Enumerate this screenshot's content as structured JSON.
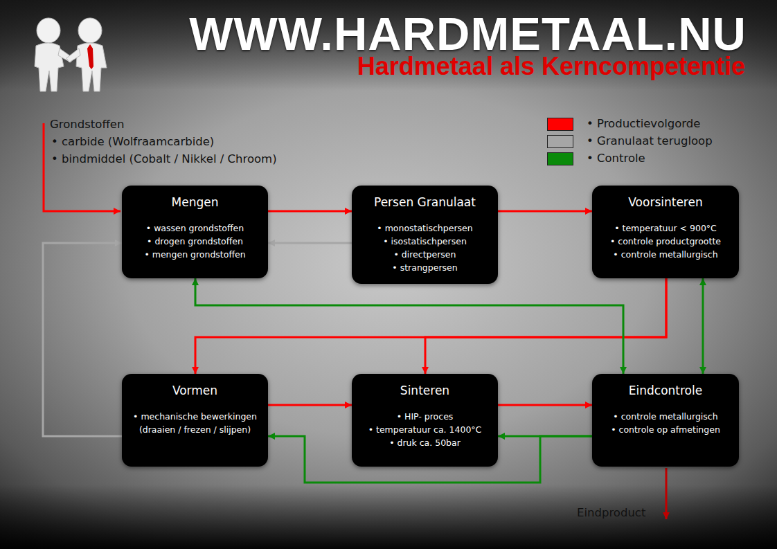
{
  "diagram": {
    "title": "WWW.HARDMETAAL.NU",
    "nodes": [
      {
        "text": [
          "Mengen",
          "• wassen grondstoffen",
          "• drogen grondstoffen",
          "• mengen grondstoffen"
        ]
      },
      {
        "text": [
          "Persen Granulaat",
          "• monostatischpersen",
          "• isostatischpersen",
          "• directpersen",
          "• strangpersen"
        ]
      },
      {
        "text": [
          "Voorsinteren",
          "• temperatuur < 900°C",
          "• controle productgrootte",
          "• controle metallurgisch"
        ]
      },
      {
        "text": [
          "Vormen",
          "• mechanische bewerkingen (draaien / frezen / slijpen)"
        ]
      },
      {
        "text": [
          "Sinteren",
          "• HIP- proces",
          "• temperatuur ca. 1400°C",
          "• druk ca. 50bar"
        ]
      },
      {
        "text": [
          "Eindcontrole",
          "• controle metallurgisch",
          "• controle op afmetingen"
        ]
      }
    ],
    "edges": [
      {
        "from": 0,
        "to": 1,
        "arrow": "to"
      },
      {
        "from": 1,
        "to": 0,
        "arrow": "to"
      },
      {
        "from": 1,
        "to": 2,
        "arrow": "to"
      },
      {
        "from": 2,
        "to": 3,
        "arrow": "to"
      },
      {
        "from": 2,
        "to": 4,
        "arrow": "to"
      },
      {
        "from": 3,
        "to": 4,
        "arrow": "to"
      },
      {
        "from": 4,
        "to": 5,
        "arrow": "to"
      },
      {
        "from": 3,
        "to": 0,
        "arrow": "to"
      },
      {
        "from": 5,
        "to": 0,
        "arrow": "both"
      },
      {
        "from": 2,
        "to": 5,
        "arrow": "both"
      },
      {
        "from": 5,
        "to": 4,
        "arrow": "to"
      },
      {
        "from": 5,
        "to": 3,
        "arrow": "to"
      }
    ],
    "labels": [
      "Hardmetaal als Kerncompetentie",
      "Grondstoffen",
      "• carbide (Wolfraamcarbide)",
      "• bindmiddel (Cobalt / Nikkel / Chroom)",
      "Eindproduct"
    ],
    "legend": [
      {
        "text": "• Productievolgorde",
        "color": "#ff0000"
      },
      {
        "text": "• Granulaat terugloop",
        "color": "#a6a6a6"
      },
      {
        "text": "• Controle",
        "color": "#0a8a0a"
      }
    ]
  }
}
